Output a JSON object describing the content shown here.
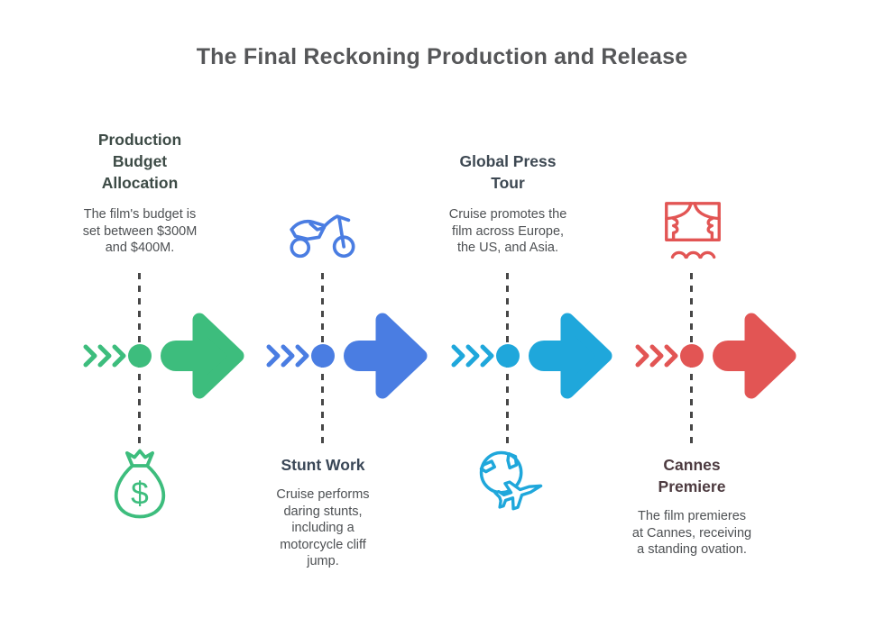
{
  "title": "The Final Reckoning Production and Release",
  "stages": [
    {
      "heading": "Production\nBudget\nAllocation",
      "description": "The film's budget is\nset between $300M\nand $400M.",
      "accent_color": "#3dbd7d",
      "icon": "money-bag",
      "text_position": "above-timeline",
      "icon_position": "below-timeline"
    },
    {
      "heading": "Stunt Work",
      "description": "Cruise performs\ndaring stunts,\nincluding a\nmotorcycle cliff\njump.",
      "accent_color": "#4a7de2",
      "icon": "motorcycle",
      "text_position": "below-timeline",
      "icon_position": "above-timeline"
    },
    {
      "heading": "Global Press\nTour",
      "description": "Cruise promotes the\nfilm across Europe,\nthe US, and Asia.",
      "accent_color": "#1fa7db",
      "icon": "globe-plane",
      "text_position": "above-timeline",
      "icon_position": "below-timeline"
    },
    {
      "heading": "Cannes\nPremiere",
      "description": "The film premieres\nat Cannes, receiving\na standing ovation.",
      "accent_color": "#e25554",
      "icon": "theater-stage",
      "text_position": "below-timeline",
      "icon_position": "above-timeline"
    }
  ],
  "timeline": {
    "dash_color": "#474747",
    "title_color": "#565759"
  }
}
